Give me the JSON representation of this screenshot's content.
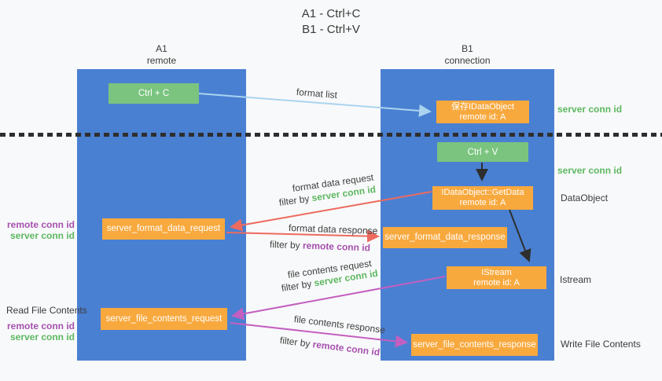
{
  "title": {
    "line1": "A1 - Ctrl+C",
    "line2": "B1 - Ctrl+V"
  },
  "lanes": {
    "a1": {
      "name": "A1",
      "role": "remote"
    },
    "b1": {
      "name": "B1",
      "role": "connection"
    }
  },
  "nodes": {
    "ctrl_c": {
      "label": "Ctrl + C"
    },
    "save_dataobject": {
      "line1": "保存IDataObject",
      "line2": "remote id: A"
    },
    "ctrl_v": {
      "label": "Ctrl + V"
    },
    "getdata": {
      "line1": "IDataObject::GetData",
      "line2": "remote id: A"
    },
    "server_format_data_request": {
      "label": "server_format_data_request"
    },
    "server_format_data_response": {
      "label": "server_format_data_response"
    },
    "istream": {
      "line1": "IStream",
      "line2": "remote id: A"
    },
    "server_file_contents_request": {
      "label": "server_file_contents_request"
    },
    "server_file_contents_response": {
      "label": "server_file_contents_response"
    }
  },
  "annotations": {
    "right": {
      "server_conn_id_top": "server conn id",
      "server_conn_id_mid": "server conn id",
      "dataobject": "DataObject",
      "istream": "Istream",
      "write_file_contents": "Write File Contents"
    },
    "left": {
      "format_group": {
        "remote_conn_id": "remote conn id",
        "server_conn_id": "server conn id"
      },
      "read_file_contents": "Read File Contents",
      "file_group": {
        "remote_conn_id": "remote conn id",
        "server_conn_id": "server conn id"
      }
    }
  },
  "flows": {
    "format_list": {
      "label": "format list"
    },
    "format_data_request": {
      "label": "format data request",
      "filter_prefix": "filter by",
      "filter_key": "server conn id"
    },
    "format_data_response": {
      "label": "format data response",
      "filter_prefix": "filter by",
      "filter_key": "remote conn id"
    },
    "file_contents_request": {
      "label": "file contents request",
      "filter_prefix": "filter by",
      "filter_key": "server conn id"
    },
    "file_contents_response": {
      "label": "file contents response",
      "filter_prefix": "filter by",
      "filter_key": "remote conn id"
    }
  },
  "colors": {
    "lane_blue": "#4a80d2",
    "node_green": "#7ac47f",
    "node_orange": "#f8a93e",
    "accent_green": "#5db861",
    "accent_purple": "#a651ae",
    "arrow_red": "#ed6a5f",
    "arrow_magenta": "#c35fc0",
    "arrow_lightblue": "#aad4f0",
    "arrow_black": "#2e2e2e"
  }
}
